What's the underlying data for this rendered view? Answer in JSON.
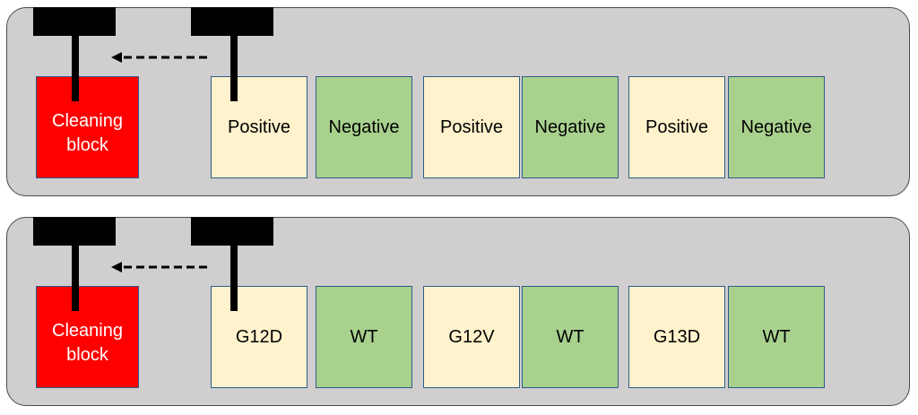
{
  "panels": [
    {
      "cleaning_block": "Cleaning block",
      "wells": [
        {
          "label": "Positive",
          "color": "#fff2cc"
        },
        {
          "label": "Negative",
          "color": "#a9d18e"
        },
        {
          "label": "Positive",
          "color": "#fff2cc"
        },
        {
          "label": "Negative",
          "color": "#a9d18e"
        },
        {
          "label": "Positive",
          "color": "#fff2cc"
        },
        {
          "label": "Negative",
          "color": "#a9d18e"
        }
      ]
    },
    {
      "cleaning_block": "Cleaning block",
      "wells": [
        {
          "label": "G12D",
          "color": "#fff2cc"
        },
        {
          "label": "WT",
          "color": "#a9d18e"
        },
        {
          "label": "G12V",
          "color": "#fff2cc"
        },
        {
          "label": "WT",
          "color": "#a9d18e"
        },
        {
          "label": "G13D",
          "color": "#fff2cc"
        },
        {
          "label": "WT",
          "color": "#a9d18e"
        }
      ]
    }
  ],
  "colors": {
    "panel_bg": "#d0cecf",
    "cleaning_block": "#ff0000",
    "positive_well": "#fff2cc",
    "negative_well": "#a9d18e",
    "probe": "#000000"
  }
}
